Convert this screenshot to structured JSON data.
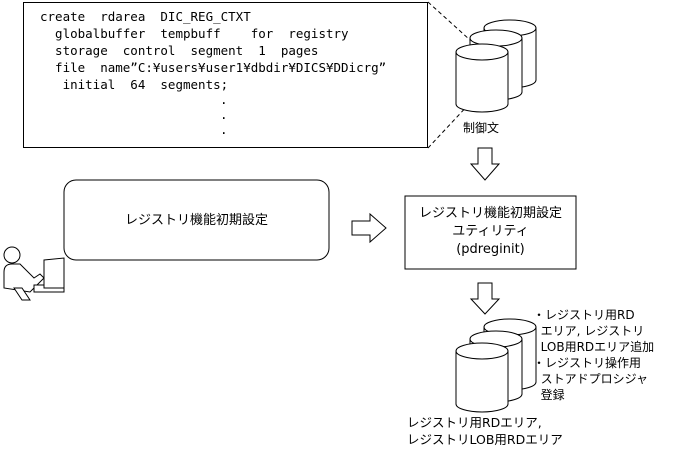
{
  "code": {
    "lines": [
      "create  rdarea  DIC_REG_CTXT",
      "  globalbuffer  tempbuff    for  registry",
      "  storage  control  segment  1  pages",
      "  file  name”C:¥users¥user1¥dbdir¥DICS¥DDicrg”",
      "   initial  64  segments;"
    ],
    "dots": [
      ".",
      ".",
      "."
    ]
  },
  "control_label": "制御文",
  "registry_box": {
    "label": "レジストリ機能初期設定"
  },
  "utility_box": {
    "line1": "レジストリ機能初期設定",
    "line2": "ユティリティ",
    "line3": "(pdreginit)"
  },
  "notes": [
    "・レジストリ用RD",
    "  エリア, レジストリ",
    "  LOB用RDエリア追加",
    "・レジストリ操作用",
    "  ストアドプロシジャ",
    "  登録"
  ],
  "result_label": {
    "line1": "レジストリ用RDエリア,",
    "line2": "レジストリLOB用RDエリア"
  }
}
